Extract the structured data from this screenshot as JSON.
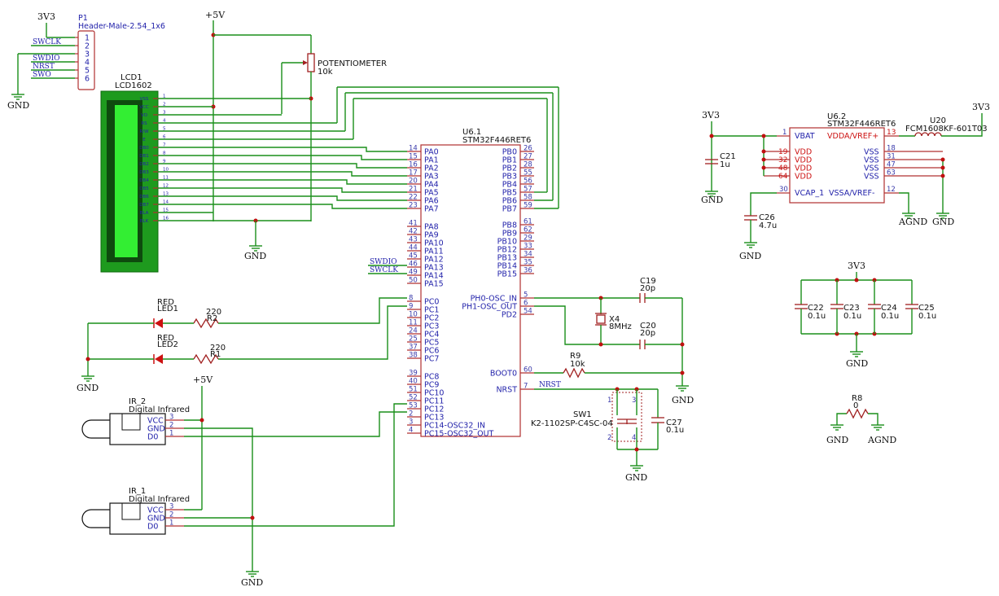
{
  "power": {
    "v33": "3V3",
    "v5": "+5V",
    "gnd": "GND",
    "agnd": "AGND"
  },
  "header": {
    "ref": "P1",
    "value": "Header-Male-2.54_1x6",
    "pins": [
      "1",
      "2",
      "3",
      "4",
      "5",
      "6"
    ],
    "signals": {
      "swclk": "SWCLK",
      "swdio": "SWDIO",
      "nrst": "NRST",
      "swo": "SWO"
    }
  },
  "pot": {
    "label": "POTENTIOMETER",
    "value": "10k"
  },
  "lcd": {
    "ref": "LCD1",
    "value": "LCD1602",
    "pins": [
      {
        "num": "1",
        "name": "VSS"
      },
      {
        "num": "2",
        "name": "VCC"
      },
      {
        "num": "3",
        "name": "VO"
      },
      {
        "num": "4",
        "name": "RS"
      },
      {
        "num": "5",
        "name": "R/W"
      },
      {
        "num": "6",
        "name": "E"
      },
      {
        "num": "7",
        "name": "DB0"
      },
      {
        "num": "8",
        "name": "DB1"
      },
      {
        "num": "9",
        "name": "DB2"
      },
      {
        "num": "10",
        "name": "DB3"
      },
      {
        "num": "11",
        "name": "DB4"
      },
      {
        "num": "12",
        "name": "DB5"
      },
      {
        "num": "13",
        "name": "DB6"
      },
      {
        "num": "14",
        "name": "DB7"
      },
      {
        "num": "15",
        "name": "BLA"
      },
      {
        "num": "16",
        "name": "BLK"
      }
    ]
  },
  "mcu": {
    "ref": "U6.1",
    "value": "STM32F446RET6",
    "left": [
      {
        "num": "14",
        "name": "PA0"
      },
      {
        "num": "15",
        "name": "PA1"
      },
      {
        "num": "16",
        "name": "PA2"
      },
      {
        "num": "17",
        "name": "PA3"
      },
      {
        "num": "20",
        "name": "PA4"
      },
      {
        "num": "21",
        "name": "PA5"
      },
      {
        "num": "22",
        "name": "PA6"
      },
      {
        "num": "23",
        "name": "PA7"
      },
      {
        "num": "41",
        "name": "PA8"
      },
      {
        "num": "42",
        "name": "PA9"
      },
      {
        "num": "43",
        "name": "PA10"
      },
      {
        "num": "44",
        "name": "PA11"
      },
      {
        "num": "45",
        "name": "PA12"
      },
      {
        "num": "46",
        "name": "PA13"
      },
      {
        "num": "49",
        "name": "PA14"
      },
      {
        "num": "50",
        "name": "PA15"
      },
      {
        "num": "8",
        "name": "PC0"
      },
      {
        "num": "9",
        "name": "PC1"
      },
      {
        "num": "10",
        "name": "PC2"
      },
      {
        "num": "11",
        "name": "PC3"
      },
      {
        "num": "24",
        "name": "PC4"
      },
      {
        "num": "25",
        "name": "PC5"
      },
      {
        "num": "37",
        "name": "PC6"
      },
      {
        "num": "38",
        "name": "PC7"
      },
      {
        "num": "39",
        "name": "PC8"
      },
      {
        "num": "40",
        "name": "PC9"
      },
      {
        "num": "51",
        "name": "PC10"
      },
      {
        "num": "52",
        "name": "PC11"
      },
      {
        "num": "53",
        "name": "PC12"
      },
      {
        "num": "2",
        "name": "PC13"
      },
      {
        "num": "3",
        "name": "PC14-OSC32_IN"
      },
      {
        "num": "4",
        "name": "PC15-OSC32_OUT"
      }
    ],
    "right": [
      {
        "num": "26",
        "name": "PB0"
      },
      {
        "num": "27",
        "name": "PB1"
      },
      {
        "num": "28",
        "name": "PB2"
      },
      {
        "num": "55",
        "name": "PB3"
      },
      {
        "num": "56",
        "name": "PB4"
      },
      {
        "num": "57",
        "name": "PB5"
      },
      {
        "num": "58",
        "name": "PB6"
      },
      {
        "num": "59",
        "name": "PB7"
      },
      {
        "num": "61",
        "name": "PB8"
      },
      {
        "num": "62",
        "name": "PB9"
      },
      {
        "num": "29",
        "name": "PB10"
      },
      {
        "num": "33",
        "name": "PB12"
      },
      {
        "num": "34",
        "name": "PB13"
      },
      {
        "num": "35",
        "name": "PB14"
      },
      {
        "num": "36",
        "name": "PB15"
      },
      {
        "num": "5",
        "name": "PH0-OSC_IN"
      },
      {
        "num": "6",
        "name": "PH1-OSC_OUT"
      },
      {
        "num": "54",
        "name": "PD2"
      },
      {
        "num": "60",
        "name": "BOOT0"
      },
      {
        "num": "7",
        "name": "NRST"
      }
    ],
    "net_swdio": "SWDIO",
    "net_swclk": "SWCLK",
    "net_nrst": "NRST"
  },
  "mcu2": {
    "ref": "U6.2",
    "value": "STM32F446RET6",
    "vbat": {
      "num": "1",
      "name": "VBAT"
    },
    "vdda": {
      "num": "13",
      "name": "VDDA/VREF+"
    },
    "vdd": [
      {
        "num": "19",
        "name": "VDD"
      },
      {
        "num": "32",
        "name": "VDD"
      },
      {
        "num": "48",
        "name": "VDD"
      },
      {
        "num": "64",
        "name": "VDD"
      }
    ],
    "vss": [
      {
        "num": "18",
        "name": "VSS"
      },
      {
        "num": "31",
        "name": "VSS"
      },
      {
        "num": "47",
        "name": "VSS"
      },
      {
        "num": "63",
        "name": "VSS"
      }
    ],
    "vcap": {
      "num": "30",
      "name": "VCAP_1"
    },
    "vssa": {
      "num": "12",
      "name": "VSSA/VREF-"
    }
  },
  "parts": {
    "c21": {
      "ref": "C21",
      "value": "1u"
    },
    "c26": {
      "ref": "C26",
      "value": "4.7u"
    },
    "u20": {
      "ref": "U20",
      "value": "FCM1608KF-601T03"
    },
    "c22": {
      "ref": "C22",
      "value": "0.1u"
    },
    "c23": {
      "ref": "C23",
      "value": "0.1u"
    },
    "c24": {
      "ref": "C24",
      "value": "0.1u"
    },
    "c25": {
      "ref": "C25",
      "value": "0.1u"
    },
    "r8": {
      "ref": "R8",
      "value": "0"
    },
    "c19": {
      "ref": "C19",
      "value": "20p"
    },
    "c20": {
      "ref": "C20",
      "value": "20p"
    },
    "x4": {
      "ref": "X4",
      "value": "8MHz"
    },
    "r9": {
      "ref": "R9",
      "value": "10k"
    },
    "sw1": {
      "ref": "SW1",
      "value": "K2-1102SP-C4SC-04",
      "pins": [
        "1",
        "3",
        "2",
        "4"
      ]
    },
    "c27": {
      "ref": "C27",
      "value": "0.1u"
    },
    "led1": {
      "ref": "LED1",
      "color": "RED"
    },
    "led2": {
      "ref": "LED2",
      "color": "RED"
    },
    "r2": {
      "ref": "R2",
      "value": "220"
    },
    "r1": {
      "ref": "R1",
      "value": "220"
    },
    "ir2": {
      "ref": "IR_2",
      "value": "Digital Infrared",
      "pins": [
        {
          "num": "3",
          "name": "VCC"
        },
        {
          "num": "2",
          "name": "GND"
        },
        {
          "num": "1",
          "name": "D0"
        }
      ]
    },
    "ir1": {
      "ref": "IR_1",
      "value": "Digital Infrared",
      "pins": [
        {
          "num": "3",
          "name": "VCC"
        },
        {
          "num": "2",
          "name": "GND"
        },
        {
          "num": "1",
          "name": "D0"
        }
      ]
    }
  },
  "colors": {
    "wire": "#1a8f1a",
    "pin": "#b03030",
    "label": "#2222aa",
    "lcd_screen": "#33ee33",
    "lcd_body": "#1e9a1e"
  }
}
